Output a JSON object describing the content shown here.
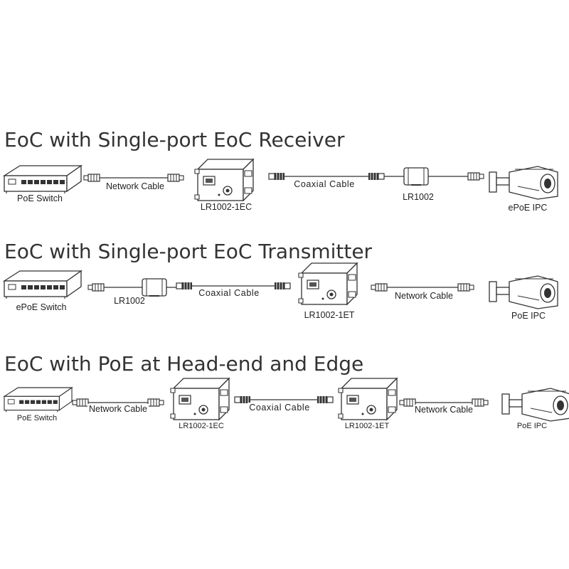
{
  "sections": [
    {
      "title": "EoC with Single-port EoC Receiver",
      "labels": {
        "switch": "PoE Switch",
        "cable1": "Network Cable",
        "converter": "LR1002-1EC",
        "coax": "Coaxial Cable",
        "adapter": "LR1002",
        "camera": "ePoE IPC"
      }
    },
    {
      "title": "EoC with Single-port EoC Transmitter",
      "labels": {
        "switch": "ePoE Switch",
        "adapter": "LR1002",
        "coax": "Coaxial Cable",
        "converter": "LR1002-1ET",
        "cable2": "Network Cable",
        "camera": "PoE IPC"
      }
    },
    {
      "title": "EoC with PoE at Head-end and Edge",
      "labels": {
        "switch": "PoE Switch",
        "cable1": "Network Cable",
        "converter1": "LR1002-1EC",
        "coax": "Coaxial Cable",
        "converter2": "LR1002-1ET",
        "cable2": "Network Cable",
        "camera": "PoE IPC"
      }
    }
  ]
}
